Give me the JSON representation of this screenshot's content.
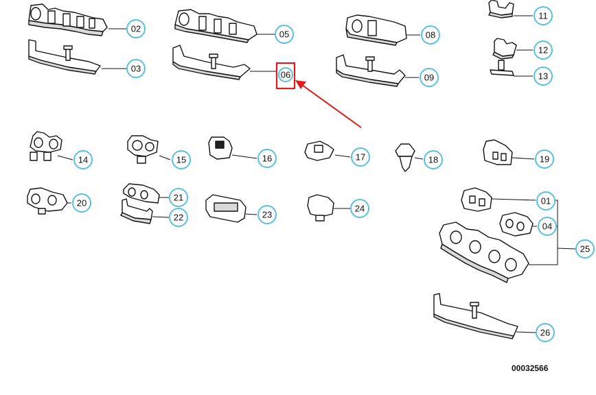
{
  "callouts": [
    "01",
    "02",
    "03",
    "04",
    "05",
    "06",
    "08",
    "09",
    "11",
    "12",
    "13",
    "14",
    "15",
    "16",
    "17",
    "18",
    "19",
    "20",
    "21",
    "22",
    "23",
    "24",
    "25",
    "26"
  ],
  "reference_number": "00032566",
  "highlighted_callout": "06",
  "colors": {
    "callout_border": "#5bc0de",
    "highlight": "#e01b1b",
    "ink": "#111111"
  }
}
